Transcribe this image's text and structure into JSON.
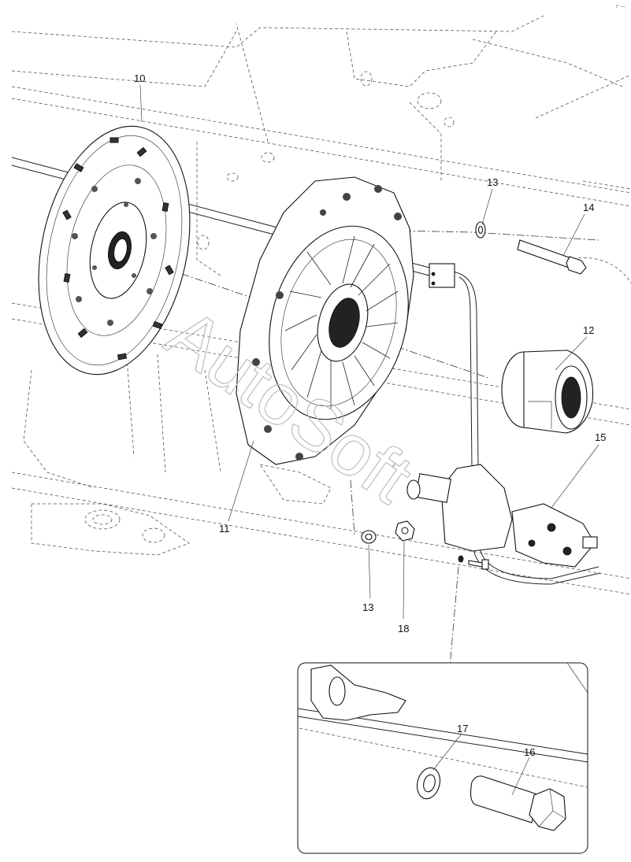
{
  "corner_mark": "r° —",
  "watermark": "AutoSoft",
  "callouts": {
    "c10": "10",
    "c11": "11",
    "c12": "12",
    "c13a": "13",
    "c13b": "13",
    "c14": "14",
    "c15": "15",
    "c16": "16",
    "c17": "17",
    "c18": "18"
  }
}
